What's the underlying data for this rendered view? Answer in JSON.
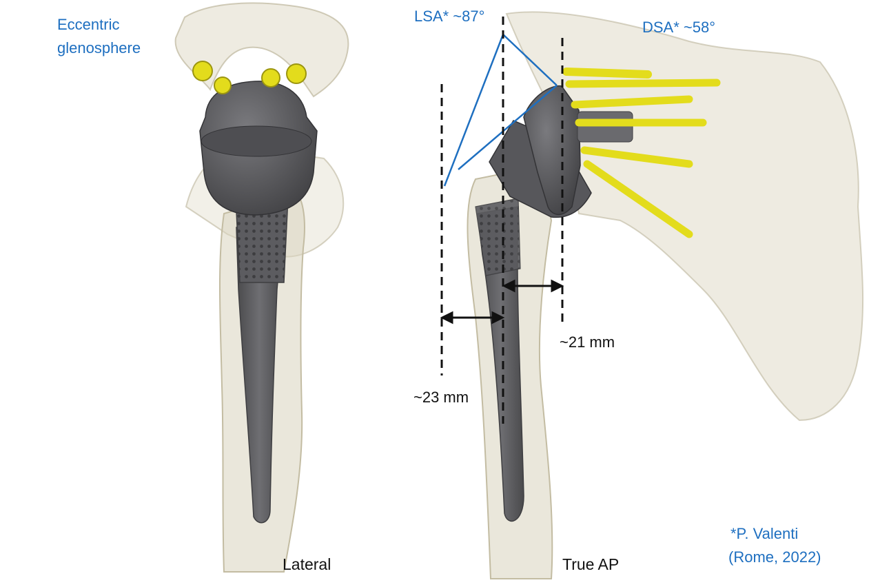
{
  "annotations": {
    "eccentric_line1": "Eccentric",
    "eccentric_line2": "glenosphere",
    "lsa": "LSA* ~87°",
    "dsa": "DSA* ~58°",
    "dim_21": "~21 mm",
    "dim_23": "~23 mm",
    "view_lateral": "Lateral",
    "view_true_ap": "True AP",
    "credit_line1": "*P. Valenti",
    "credit_line2": "(Rome, 2022)"
  },
  "colors": {
    "annotation_blue": "#1e6fc0",
    "bone": "#d9d3bd",
    "implant": "#5a5a5d",
    "screw": "#e3dc1c",
    "dimension_line": "#111111"
  }
}
